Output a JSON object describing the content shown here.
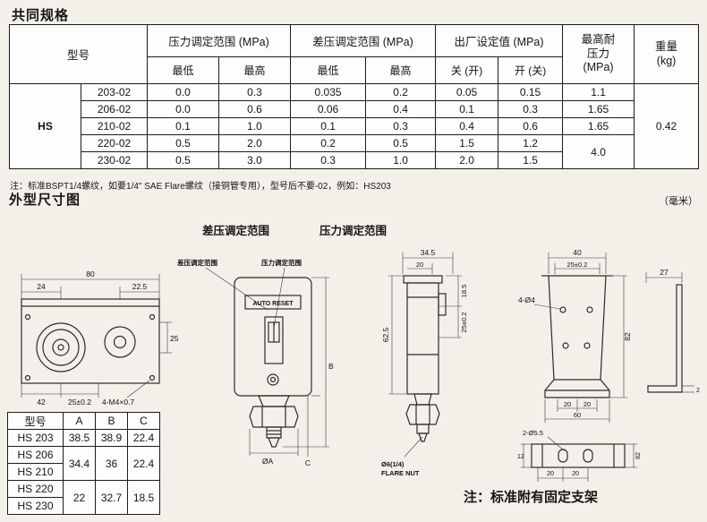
{
  "page": {
    "section1_title": "共同规格",
    "section2_title": "外型尺寸图",
    "unit_note": "（毫米）",
    "footnote": "注：标准BSPT1/4螺纹，如要1/4\" SAE Flare螺纹（接铜管专用），型号后不要-02，例如：HS203",
    "bracket_note": "注：标准附有固定支架"
  },
  "spec": {
    "headers": {
      "model": "型号",
      "pressure_range": "压力调定范围 (MPa)",
      "diff_range": "差压调定范围 (MPa)",
      "factory": "出厂设定值 (MPa)",
      "max_pressure": "最高耐\n压力\n(MPa)",
      "weight": "重量\n(kg)",
      "min": "最低",
      "max": "最高",
      "close_open": "关 (开)",
      "open_close": "开 (关)"
    },
    "series": "HS",
    "weight_value": "0.42",
    "rows": [
      {
        "model": "203-02",
        "p_min": "0.0",
        "p_max": "0.3",
        "d_min": "0.035",
        "d_max": "0.2",
        "close": "0.05",
        "open": "0.15",
        "max_p": "1.1"
      },
      {
        "model": "206-02",
        "p_min": "0.0",
        "p_max": "0.6",
        "d_min": "0.06",
        "d_max": "0.4",
        "close": "0.1",
        "open": "0.3",
        "max_p": "1.65"
      },
      {
        "model": "210-02",
        "p_min": "0.1",
        "p_max": "1.0",
        "d_min": "0.1",
        "d_max": "0.3",
        "close": "0.4",
        "open": "0.6",
        "max_p": "1.65"
      },
      {
        "model": "220-02",
        "p_min": "0.5",
        "p_max": "2.0",
        "d_min": "0.2",
        "d_max": "0.5",
        "close": "1.5",
        "open": "1.2",
        "max_p": "4.0"
      },
      {
        "model": "230-02",
        "p_min": "0.5",
        "p_max": "3.0",
        "d_min": "0.3",
        "d_max": "1.0",
        "close": "2.0",
        "open": "1.5"
      }
    ]
  },
  "dim_table": {
    "headers": {
      "model": "型号",
      "a": "A",
      "b": "B",
      "c": "C"
    },
    "rows": [
      {
        "model": "HS 203",
        "a": "38.5",
        "b": "38.9",
        "c": "22.4"
      },
      {
        "model": "HS 206",
        "a": "34.4",
        "b": "36",
        "c": "22.4"
      },
      {
        "model": "HS 210"
      },
      {
        "model": "HS 220",
        "a": "22",
        "b": "32.7",
        "c": "18.5"
      },
      {
        "model": "HS 230"
      }
    ]
  },
  "drawings": {
    "top_label_diff": "差压调定范围",
    "top_label_pressure": "压力调定范围",
    "device": {
      "label_diff": "差压调定范围",
      "label_pressure": "压力调定范围",
      "auto_reset": "AUTO RESET",
      "dim_phi_a": "ØA",
      "dim_b": "B",
      "dim_c": "C"
    },
    "base_view": {
      "dim_width": "80",
      "dim_left": "24",
      "dim_right": "22.5",
      "dim_height": "25",
      "dim_42": "42",
      "dim_tol": "25±0.2",
      "holes": "4-M4×0.7"
    },
    "side_view": {
      "dim_345": "34.5",
      "dim_20": "20",
      "dim_185": "18.5",
      "dim_tol": "25±0.2",
      "dim_625": "62.5",
      "flare_line1": "Ø6(1/4)",
      "flare_line2": "FLARE NUT"
    },
    "bracket_front": {
      "dim_40": "40",
      "dim_tol": "25±0.2",
      "holes": "4-Ø4",
      "dim_82": "82",
      "dim_20a": "20",
      "dim_20b": "20",
      "dim_60": "60"
    },
    "l_bracket": {
      "dim_27": "27",
      "dim_2": "2"
    },
    "bracket_bottom": {
      "holes": "2-Ø5.5",
      "dim_12": "12",
      "dim_20a": "20",
      "dim_20b": "20",
      "dim_82": "82"
    }
  }
}
